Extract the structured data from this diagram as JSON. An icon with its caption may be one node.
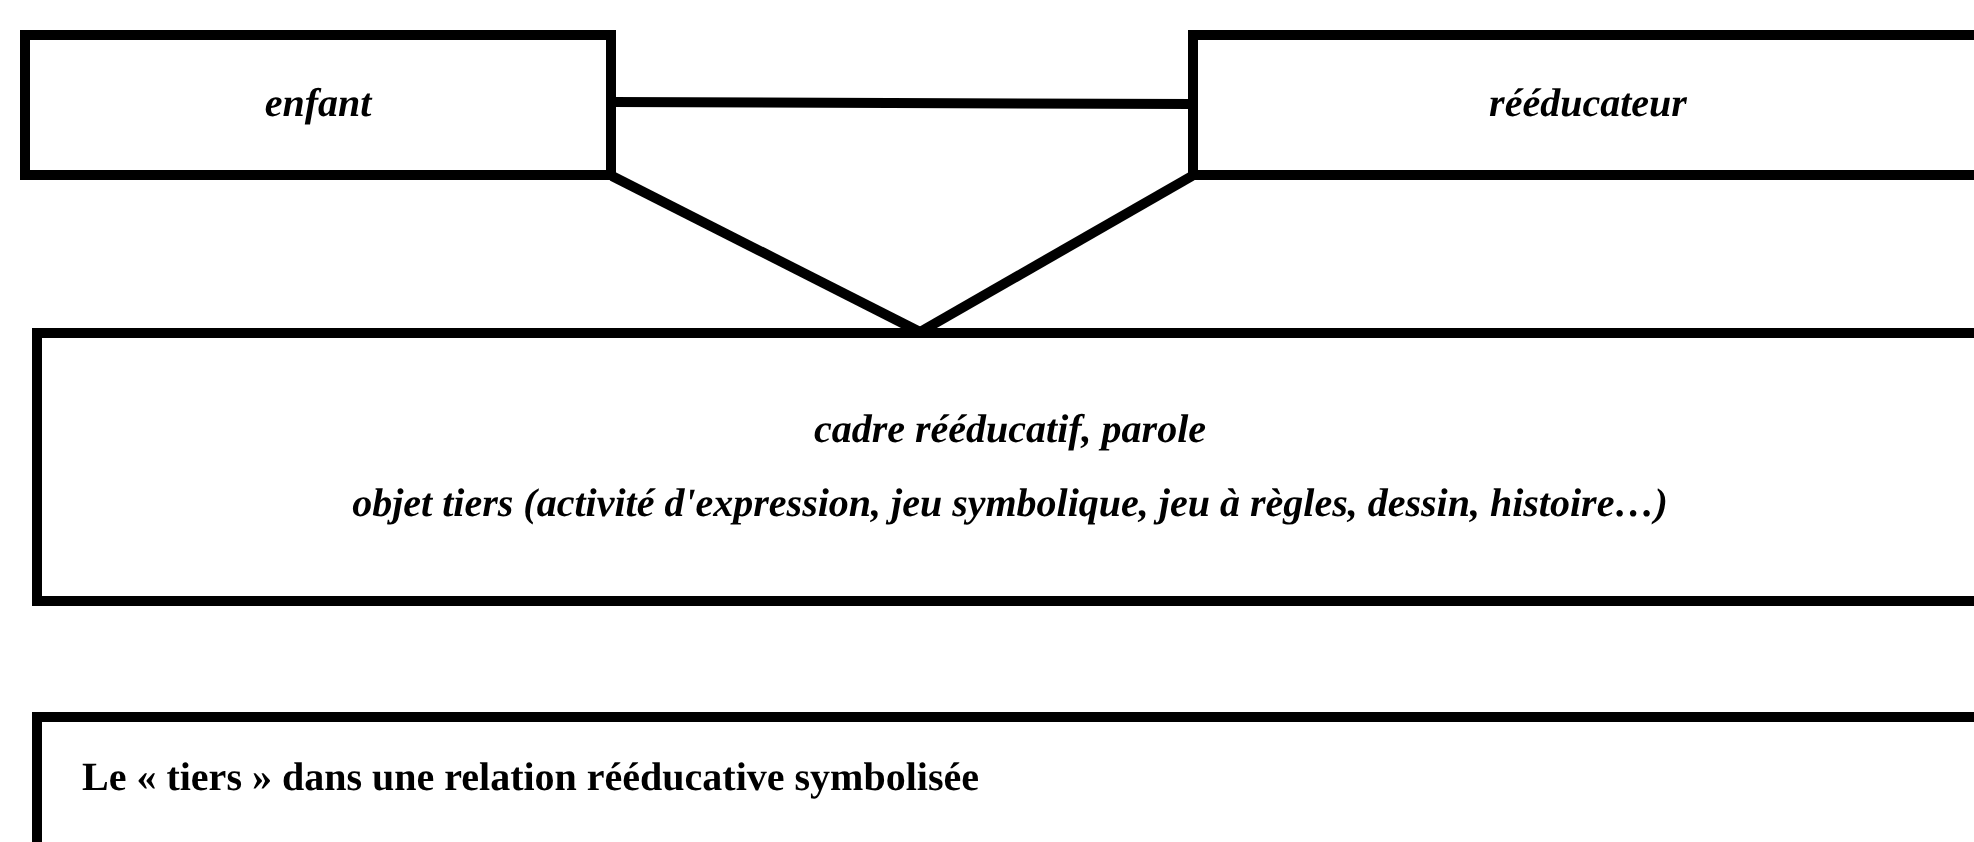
{
  "diagram": {
    "nodes": [
      {
        "text": [
          "enfant"
        ]
      },
      {
        "text": [
          "rééducateur"
        ]
      },
      {
        "text": [
          "cadre rééducatif, parole",
          "objet tiers (activité d'expression, jeu symbolique, jeu à règles, dessin, histoire…)"
        ]
      },
      {
        "text": [
          "Le « tiers » dans une relation rééducative symbolisée"
        ]
      }
    ],
    "edges": [
      {
        "from": 0,
        "to": 1,
        "arrow": "none"
      },
      {
        "from": 0,
        "to": 2,
        "arrow": "none"
      },
      {
        "from": 1,
        "to": 2,
        "arrow": "none"
      }
    ]
  }
}
